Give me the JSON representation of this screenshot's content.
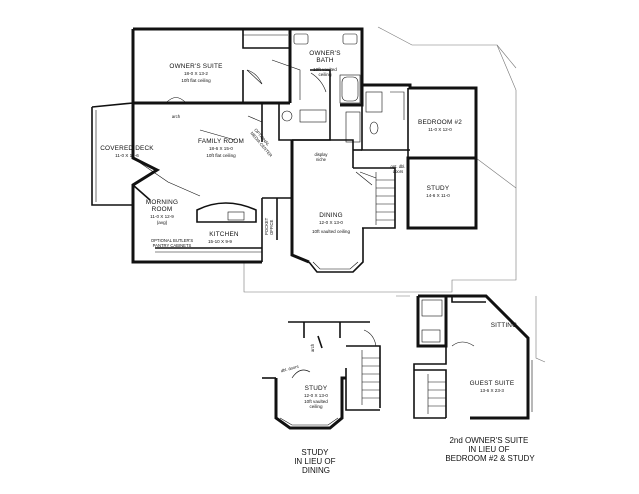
{
  "main_plan": {
    "rooms": [
      {
        "id": "owners-suite",
        "name": "OWNER'S SUITE",
        "dim": "18-0 X 13-2",
        "ceiling": "10ft flat ceiling"
      },
      {
        "id": "owners-bath",
        "name": "OWNER'S BATH",
        "dim": "",
        "ceiling": "10ft vaulted ceiling"
      },
      {
        "id": "bedroom-2",
        "name": "BEDROOM #2",
        "dim": "11-0 X 12-0",
        "ceiling": ""
      },
      {
        "id": "covered-deck",
        "name": "COVERED DECK",
        "dim": "11-0 X 15-6",
        "ceiling": ""
      },
      {
        "id": "family-room",
        "name": "FAMILY ROOM",
        "dim": "18-6 X 15-0",
        "ceiling": "10ft flat ceiling"
      },
      {
        "id": "study",
        "name": "STUDY",
        "dim": "14-6 X 11-0",
        "ceiling": ""
      },
      {
        "id": "morning-room",
        "name": "MORNING ROOM",
        "dim": "11-0 X 12-9",
        "ceiling": "(avg)"
      },
      {
        "id": "kitchen",
        "name": "KITCHEN",
        "dim": "15-10 X 9-9",
        "ceiling": ""
      },
      {
        "id": "dining",
        "name": "DINING",
        "dim": "12-0 X 13-0",
        "ceiling": "10ft vaulted ceiling"
      }
    ],
    "notes": {
      "arch": "arch",
      "optional_media_center": "OPTIONAL MEDIA CENTER",
      "optional_butlers_pantry": "OPTIONAL BUTLER'S PANTRY CABINETS",
      "pocket_office": "POCKET OFFICE",
      "opt_dbl_doors": "opt. dbl. doors",
      "display_niche": "display niche"
    }
  },
  "alt_study": {
    "room": {
      "name": "STUDY",
      "dim": "12-0 X 13-0",
      "ceiling": "10ft vaulted ceiling"
    },
    "note": "dbl. doors",
    "arch": "arch",
    "caption": [
      "STUDY",
      "IN LIEU OF",
      "DINING"
    ]
  },
  "alt_owners_suite": {
    "rooms": [
      {
        "name": "SITTING"
      },
      {
        "name": "GUEST SUITE",
        "dim": "13-6 X 23-3"
      }
    ],
    "caption": [
      "2nd OWNER'S SUITE",
      "IN LIEU OF",
      "BEDROOM #2 & STUDY"
    ]
  }
}
